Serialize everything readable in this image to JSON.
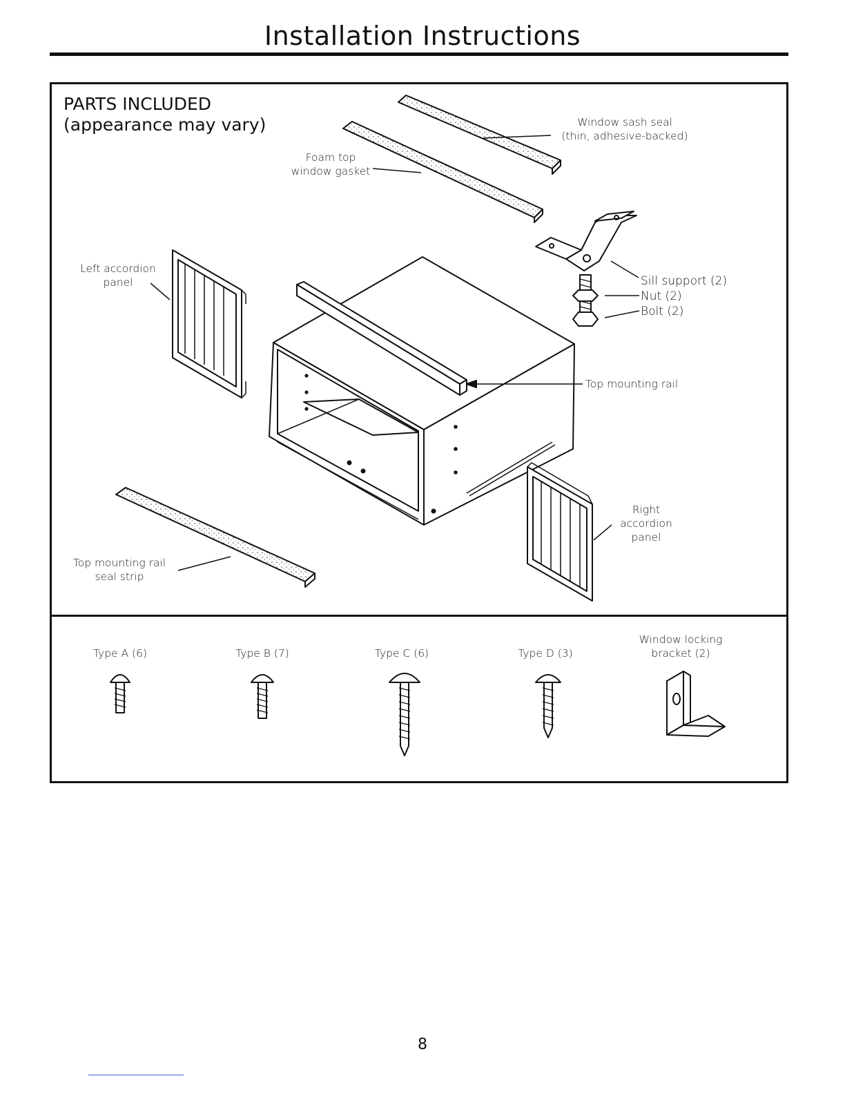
{
  "header": {
    "title": "Installation Instructions"
  },
  "parts": {
    "heading_line1": "PARTS INCLUDED",
    "heading_line2": "(appearance may vary)",
    "labels": {
      "window_sash_seal_1": "Window sash seal",
      "window_sash_seal_2": "(thin, adhesive-backed)",
      "foam_gasket_1": "Foam top",
      "foam_gasket_2": "window gasket",
      "left_panel_1": "Left accordion",
      "left_panel_2": "panel",
      "sill_support": "Sill support (2)",
      "nut": "Nut (2)",
      "bolt": "Bolt (2)",
      "top_rail": "Top mounting rail",
      "right_panel_1": "Right",
      "right_panel_2": "accordion",
      "right_panel_3": "panel",
      "seal_strip_1": "Top mounting rail",
      "seal_strip_2": "seal strip"
    }
  },
  "hardware": {
    "type_a": "Type A (6)",
    "type_b": "Type B (7)",
    "type_c": "Type C (6)",
    "type_d": "Type D (3)",
    "bracket_1": "Window locking",
    "bracket_2": "bracket (2)"
  },
  "footer": {
    "page_number": "8"
  }
}
